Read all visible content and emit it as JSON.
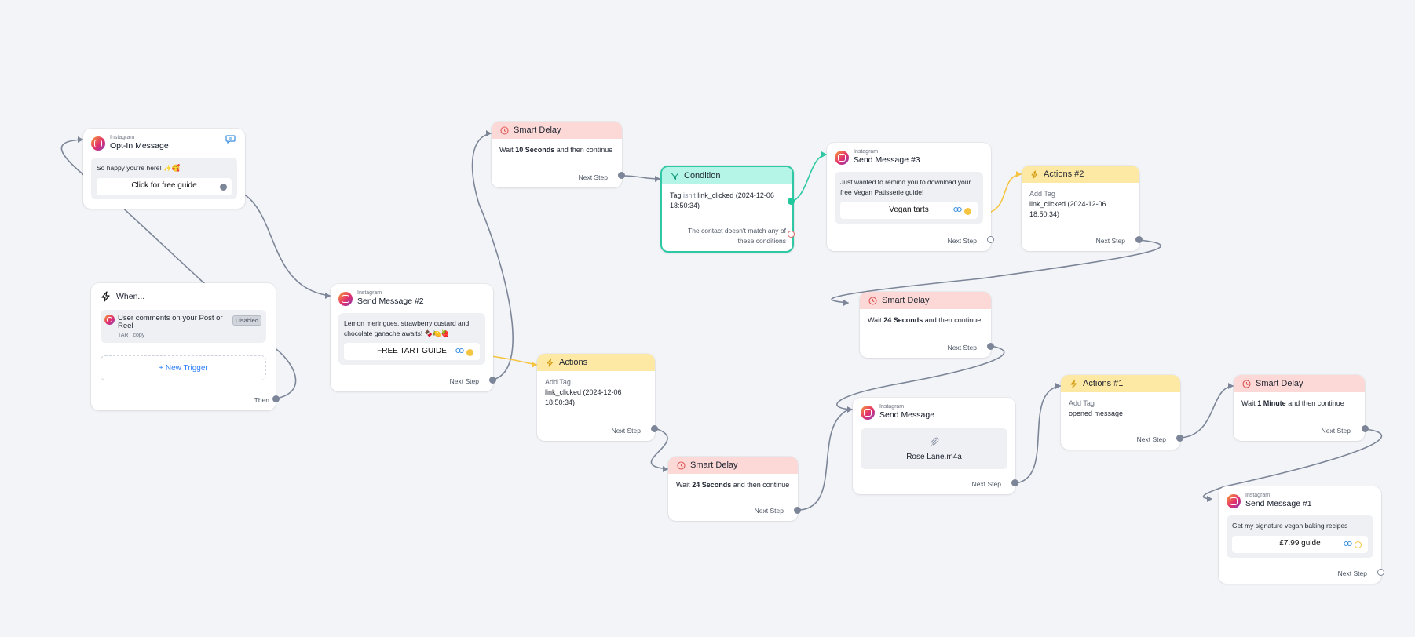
{
  "colors": {
    "wire": "#7c8698",
    "wire_yellow": "#f5c542",
    "wire_teal": "#2ec9a4",
    "delay_head": "#fcd9d6",
    "action_head": "#fde9a4",
    "condition_head": "#b5f5e8"
  },
  "trigger": {
    "title": "When...",
    "item_text": "User comments on your Post or Reel",
    "badge": "Disabled",
    "sub": "TART copy",
    "new_trigger": "+ New Trigger",
    "then": "Then"
  },
  "optin": {
    "platform": "Instagram",
    "title": "Opt-In Message",
    "text": "So happy you're here! ✨🥰",
    "button": "Click for free guide"
  },
  "msg2": {
    "platform": "Instagram",
    "title": "Send Message #2",
    "text": "Lemon meringues, strawberry custard and chocolate ganache awaits! 🍫🍋🍓",
    "button": "FREE TART GUIDE",
    "next": "Next Step"
  },
  "delay1": {
    "title": "Smart Delay",
    "prefix": "Wait",
    "value": "10 Seconds",
    "suffix": "and then continue",
    "next": "Next Step"
  },
  "actions": {
    "title": "Actions",
    "label": "Add Tag",
    "tag": "link_clicked (2024-12-06 18:50:34)",
    "next": "Next Step"
  },
  "delay2": {
    "title": "Smart Delay",
    "prefix": "Wait",
    "value": "24 Seconds",
    "suffix": "and then continue",
    "next": "Next Step"
  },
  "condition": {
    "title": "Condition",
    "tag_word": "Tag",
    "op": "isn't",
    "value": "link_clicked (2024-12-06 18:50:34)",
    "fallback": "The contact doesn't match any of these conditions"
  },
  "msg3": {
    "platform": "Instagram",
    "title": "Send Message #3",
    "text": "Just wanted to remind you to download your free Vegan Patisserie guide!",
    "button": "Vegan tarts",
    "next": "Next Step"
  },
  "actions2": {
    "title": "Actions #2",
    "label": "Add Tag",
    "tag": "link_clicked (2024-12-06 18:50:34)",
    "next": "Next Step"
  },
  "delay3": {
    "title": "Smart Delay",
    "prefix": "Wait",
    "value": "24 Seconds",
    "suffix": "and then continue",
    "next": "Next Step"
  },
  "msg": {
    "platform": "Instagram",
    "title": "Send Message",
    "file": "Rose Lane.m4a",
    "next": "Next Step"
  },
  "actions1": {
    "title": "Actions #1",
    "label": "Add Tag",
    "tag": "opened message",
    "next": "Next Step"
  },
  "delay4": {
    "title": "Smart Delay",
    "prefix": "Wait",
    "value": "1 Minute",
    "suffix": "and then continue",
    "next": "Next Step"
  },
  "msg1": {
    "platform": "Instagram",
    "title": "Send Message #1",
    "text": "Get my signature vegan baking recipes",
    "button": "£7.99 guide",
    "next": "Next Step"
  }
}
